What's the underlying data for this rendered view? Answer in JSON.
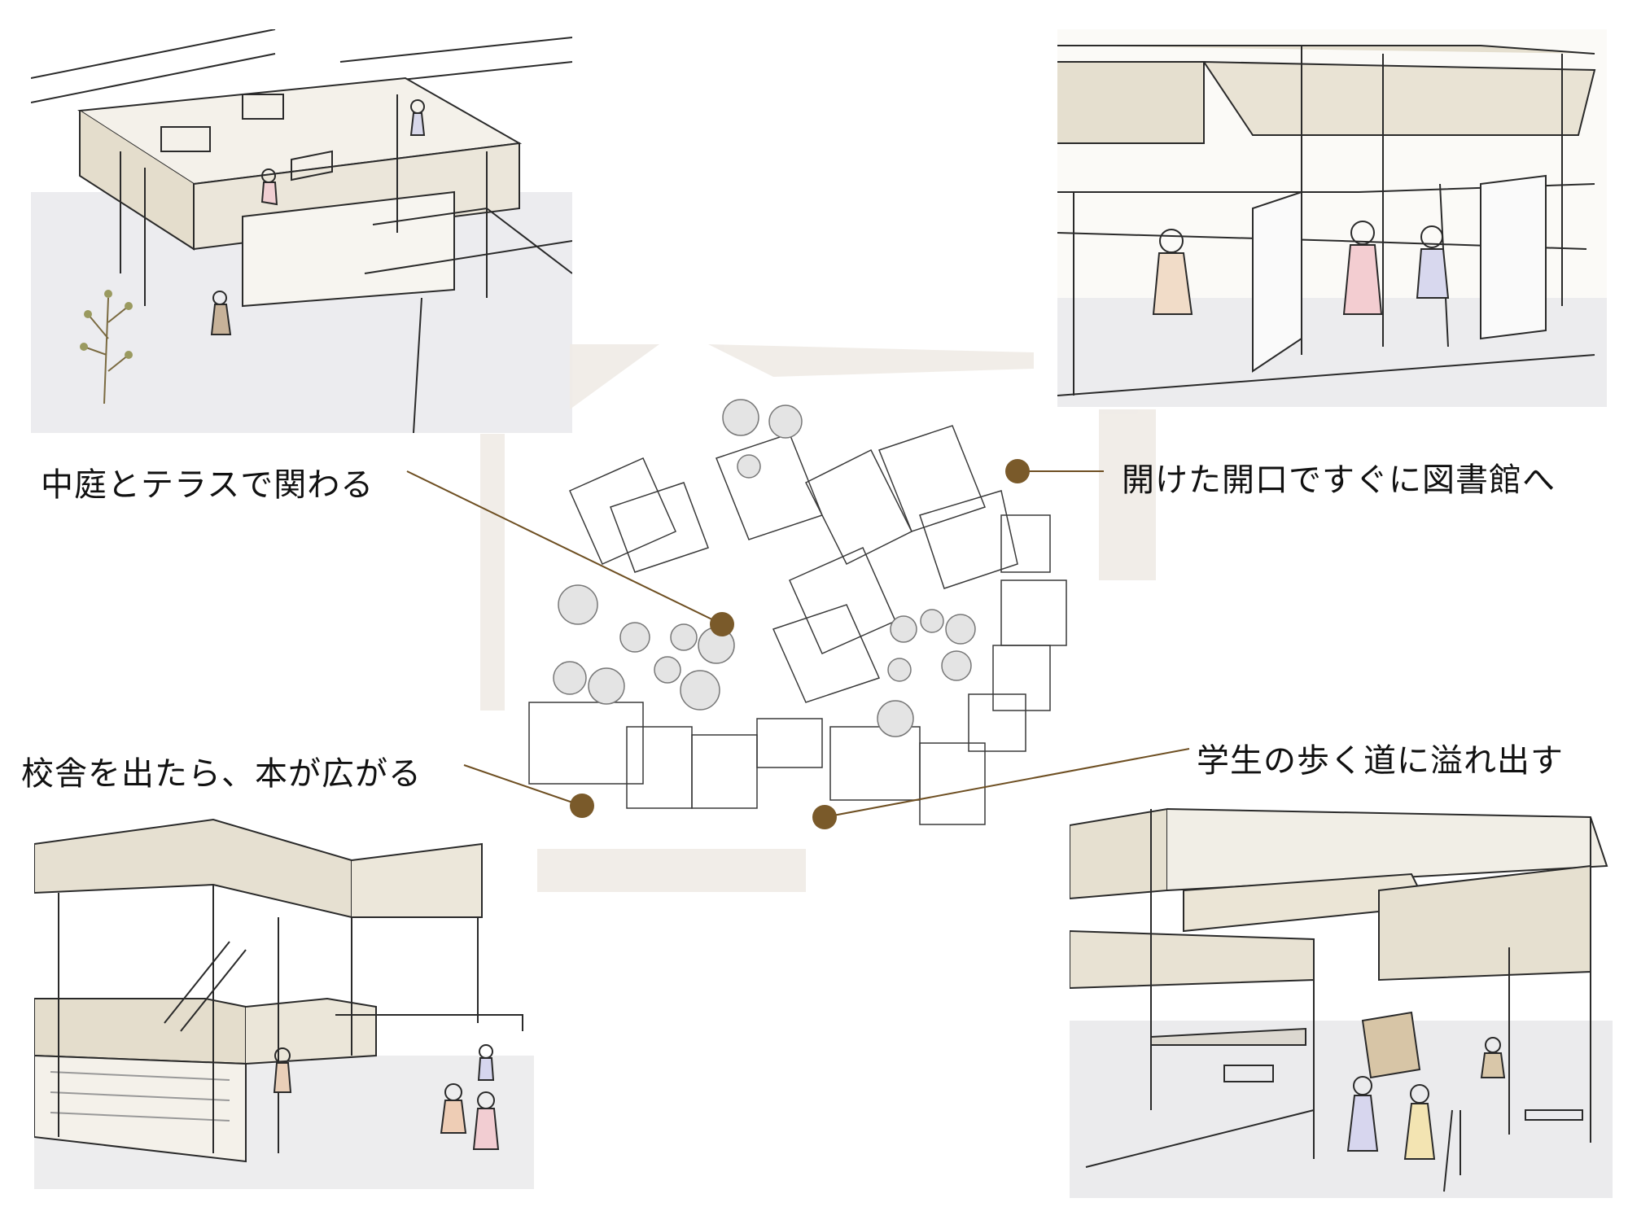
{
  "labels": {
    "courtyard": "中庭とテラスで関わる",
    "opening": "開けた開口ですぐに図書館へ",
    "school": "校舎を出たら、本が広がる",
    "street": "学生の歩く道に溢れ出す"
  },
  "colors": {
    "leader": "#6e4f22",
    "dot": "#7a5a2a",
    "wash": "#e6e0d0",
    "ground": "#e9e9eb",
    "line": "#2a2a2a"
  }
}
